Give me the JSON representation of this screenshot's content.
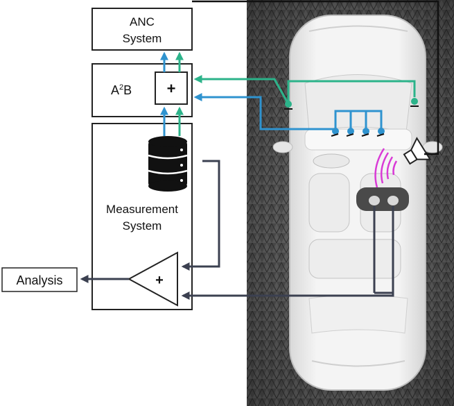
{
  "blocks": {
    "anc_line1": "ANC",
    "anc_line2": "System",
    "a2b_prefix": "A",
    "a2b_sup": "2",
    "a2b_suffix": "B",
    "sum_symbol": "+",
    "measurement_line1": "Measurement",
    "measurement_line2": "System",
    "amplifier_symbol": "+",
    "analysis": "Analysis"
  },
  "colors": {
    "green_signal": "#2cb38a",
    "blue_signal": "#2f93cf",
    "dark_signal": "#3b4050",
    "speaker_waves": "#d93bd6",
    "box_border": "#222222"
  },
  "icons": {
    "database": "database-icon",
    "amplifier": "amplifier-triangle-icon",
    "loudspeaker": "loudspeaker-icon",
    "microphone": "microphone-icon",
    "car": "car-top-view-icon",
    "foam": "acoustic-foam-background"
  }
}
